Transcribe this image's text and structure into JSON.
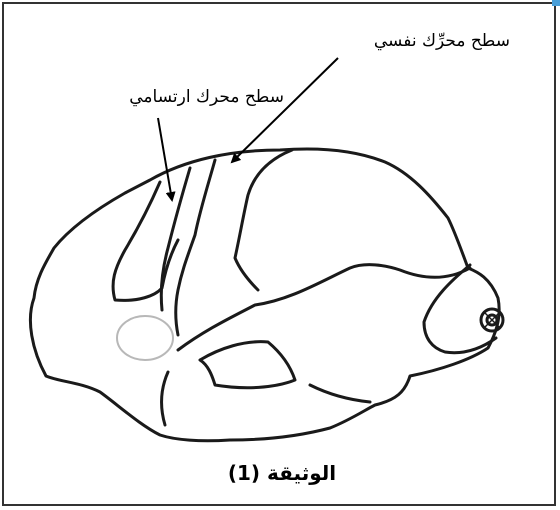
{
  "labels": {
    "psychomotor_area": "سطح محرِّك نفسي",
    "primary_motor_area": "سطح محرك ارتسامي"
  },
  "caption": "الوثيقة (1)",
  "colors": {
    "outline": "#1a1a1a",
    "faint": "#b8b8b8",
    "frame": "#333333",
    "accent": "#4a9fd8"
  }
}
